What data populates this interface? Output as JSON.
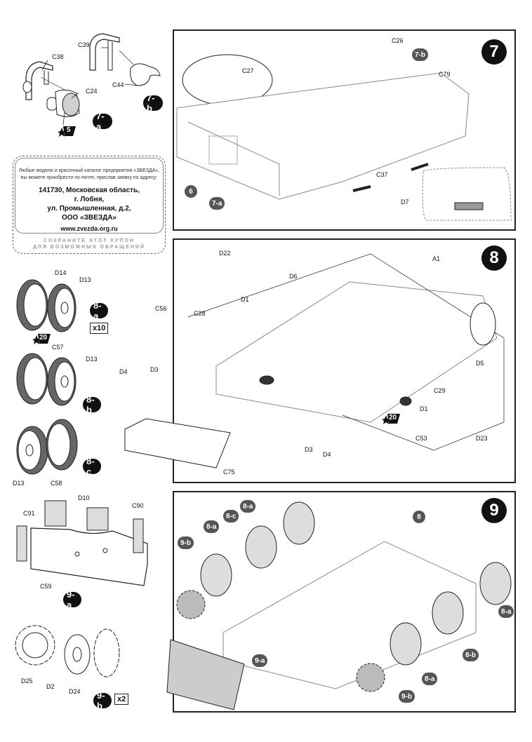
{
  "coupon": {
    "intro_line1": "Любые модели и красочный каталог предприятия «ЗВЕЗДА»,",
    "intro_line2": "вы можете приобрести по почте, прислав заявку по адресу:",
    "address_line1": "141730, Московская область,",
    "address_line2": "г. Лобня,",
    "address_line3": "ул. Промышленная, д.2,",
    "address_line4": "ООО «ЗВЕЗДА»",
    "website": "www.zvezda.org.ru",
    "save_line1": "СОХРАНИТЕ ЭТОТ КУПОН",
    "save_line2": "ДЛЯ ВОЗМОЖНЫХ ОБРАЩЕНИЙ"
  },
  "substeps_left": {
    "s7a": {
      "badge": "7-a",
      "parts": [
        "C38",
        "C24"
      ],
      "paint": "5"
    },
    "s7b": {
      "badge": "7-b",
      "parts": [
        "C39",
        "C44"
      ]
    },
    "s8a": {
      "badge": "8-a",
      "parts": [
        "D14",
        "D13"
      ],
      "paint": "20",
      "qty": "x10"
    },
    "s8b": {
      "badge": "8-b",
      "parts": [
        "C57",
        "D13"
      ]
    },
    "s8c": {
      "badge": "8-c",
      "parts": [
        "D13",
        "C58"
      ]
    },
    "s9a": {
      "badge": "9-a",
      "parts": [
        "D10",
        "C91",
        "C90",
        "C59"
      ]
    },
    "s9b": {
      "badge": "9-b",
      "parts": [
        "D25",
        "D2",
        "D24"
      ],
      "qty": "x2"
    }
  },
  "step7": {
    "number": "7",
    "parts": [
      "C27",
      "C26",
      "C79",
      "C37",
      "D7"
    ],
    "refs": [
      "7-b",
      "6",
      "7-a"
    ]
  },
  "step8": {
    "number": "8",
    "parts": [
      "D22",
      "D6",
      "A1",
      "C28",
      "D1",
      "C56",
      "D4",
      "D3",
      "D5",
      "C29",
      "D1",
      "D23",
      "C53",
      "D3",
      "D4",
      "C75"
    ],
    "paint": "20"
  },
  "step9": {
    "number": "9",
    "refs": [
      "8-a",
      "8-c",
      "8-a",
      "9-b",
      "8",
      "9-a",
      "8-a",
      "8-b",
      "8-a",
      "9-b"
    ]
  },
  "colors": {
    "ink": "#111111",
    "ref_badge": "#555555",
    "tire": "#666666"
  }
}
